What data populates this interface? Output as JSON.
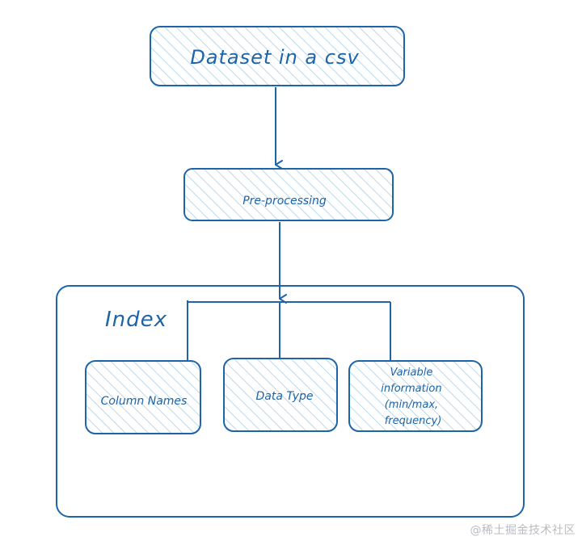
{
  "nodes": {
    "dataset": "Dataset in a csv",
    "preprocessing": "Pre-processing",
    "index_title": "Index",
    "column_names": "Column Names",
    "data_type": "Data Type",
    "variable_info": [
      "Variable",
      "information",
      "(min/max,",
      "frequency)"
    ]
  },
  "watermark": "@稀土掘金技术社区",
  "colors": {
    "stroke": "#1e64a8",
    "hatch": "#a9cfe6",
    "background": "#ffffff",
    "watermark": "#b8bcc2"
  }
}
